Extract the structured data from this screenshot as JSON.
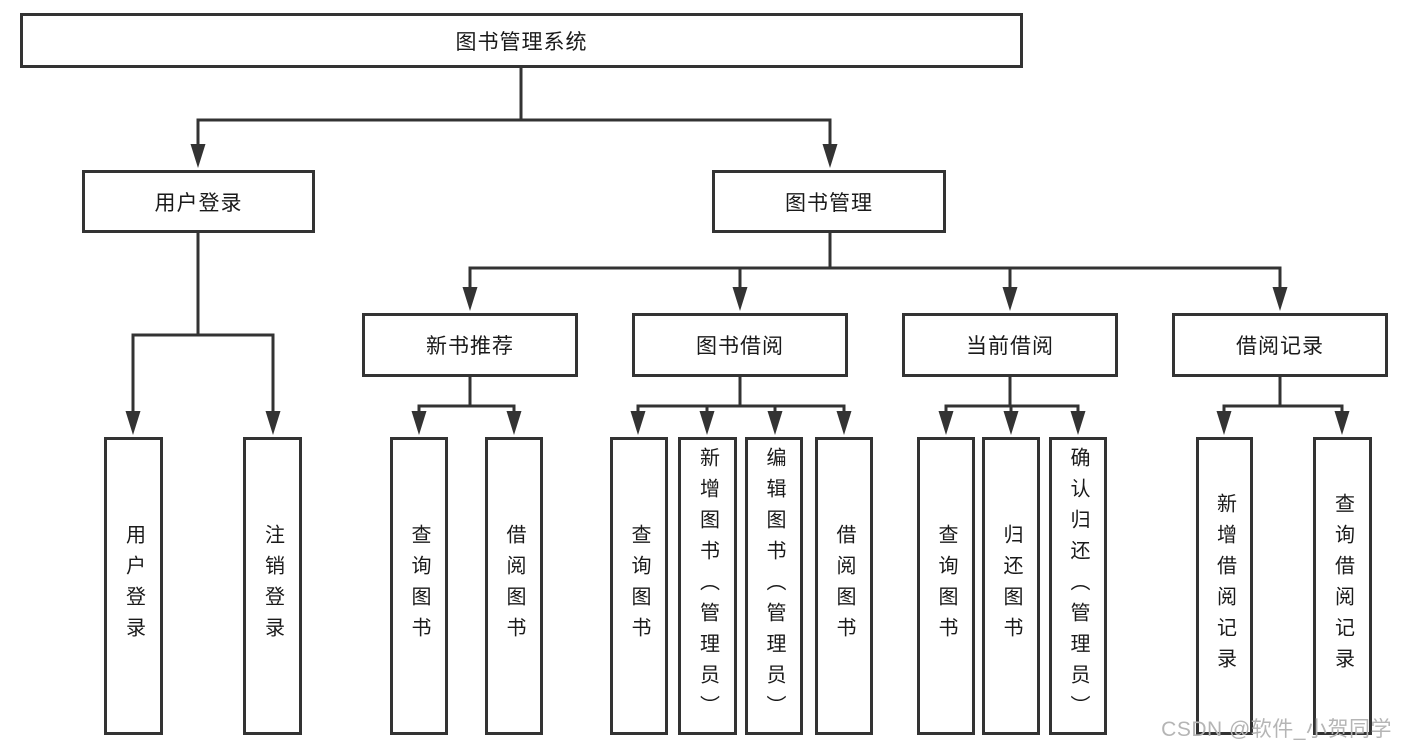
{
  "diagram_title": "图书管理系统",
  "tree": {
    "label": "图书管理系统",
    "children": [
      {
        "label": "用户登录",
        "children": [
          {
            "label": "用户登录"
          },
          {
            "label": "注销登录"
          }
        ]
      },
      {
        "label": "图书管理",
        "children": [
          {
            "label": "新书推荐",
            "children": [
              {
                "label": "查询图书"
              },
              {
                "label": "借阅图书"
              }
            ]
          },
          {
            "label": "图书借阅",
            "children": [
              {
                "label": "查询图书"
              },
              {
                "label": "新增图书（管理员）"
              },
              {
                "label": "编辑图书（管理员）"
              },
              {
                "label": "借阅图书"
              }
            ]
          },
          {
            "label": "当前借阅",
            "children": [
              {
                "label": "查询图书"
              },
              {
                "label": "归还图书"
              },
              {
                "label": "确认归还（管理员）"
              }
            ]
          },
          {
            "label": "借阅记录",
            "children": [
              {
                "label": "新增借阅记录"
              },
              {
                "label": "查询借阅记录"
              }
            ]
          }
        ]
      }
    ]
  },
  "watermark": {
    "text": "CSDN @软件_小贺同学"
  },
  "colors": {
    "line": "#333333",
    "box_border": "#333333",
    "box_background": "#ffffff",
    "text": "#1a1a1a",
    "watermark_text": "#b5b5b5",
    "background": "#ffffff"
  }
}
